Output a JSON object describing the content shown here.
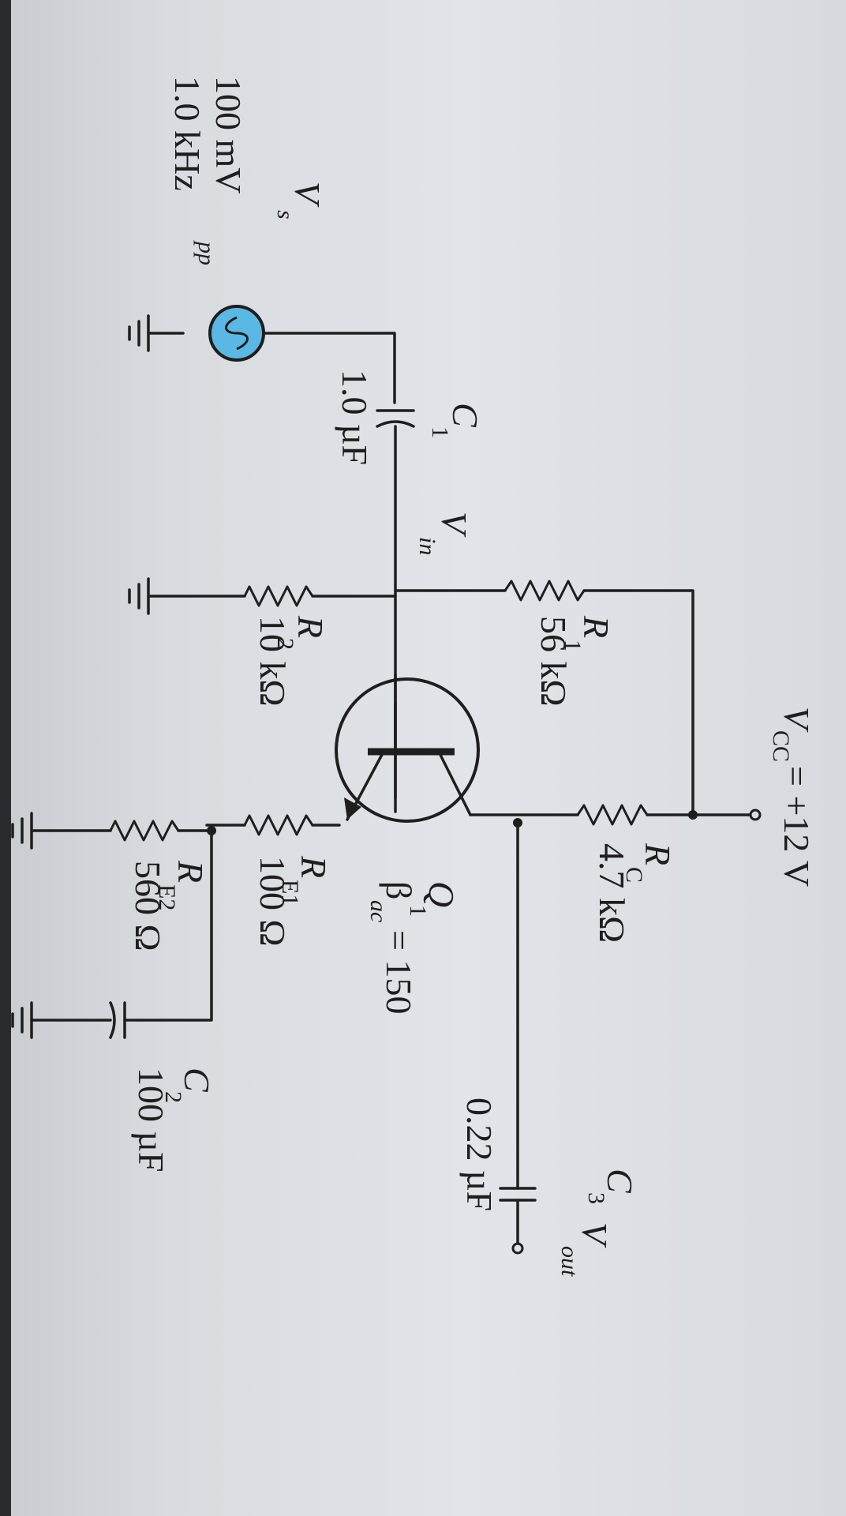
{
  "supply": {
    "symbol": "V",
    "sub": "CC",
    "value": "= +12 V"
  },
  "source": {
    "symbol": "V",
    "sub": "s",
    "amplitude": "100 mV",
    "amp_sub": "pp",
    "frequency": "1.0 kHz"
  },
  "c1": {
    "symbol": "C",
    "sub": "1",
    "value": "1.0 µF"
  },
  "vin": {
    "symbol": "V",
    "sub": "in"
  },
  "r1": {
    "symbol": "R",
    "sub": "1",
    "value": "56 kΩ"
  },
  "r2": {
    "symbol": "R",
    "sub": "2",
    "value": "10 kΩ"
  },
  "rc": {
    "symbol": "R",
    "sub": "C",
    "value": "4.7 kΩ"
  },
  "transistor": {
    "symbol": "Q",
    "sub": "1",
    "beta": "β",
    "beta_sub": "ac",
    "beta_value": "= 150"
  },
  "re1": {
    "symbol": "R",
    "sub": "E1",
    "value": "100 Ω"
  },
  "re2": {
    "symbol": "R",
    "sub": "E2",
    "value": "560 Ω"
  },
  "c2": {
    "symbol": "C",
    "sub": "2",
    "value": "100 µF"
  },
  "c3": {
    "symbol": "C",
    "sub": "3",
    "value": "0.22 µF"
  },
  "vout": {
    "symbol": "V",
    "sub": "out"
  },
  "colors": {
    "wire": "#1e1e1e",
    "source_fill": "#5bb7e3",
    "background": "#e1e4e8"
  }
}
